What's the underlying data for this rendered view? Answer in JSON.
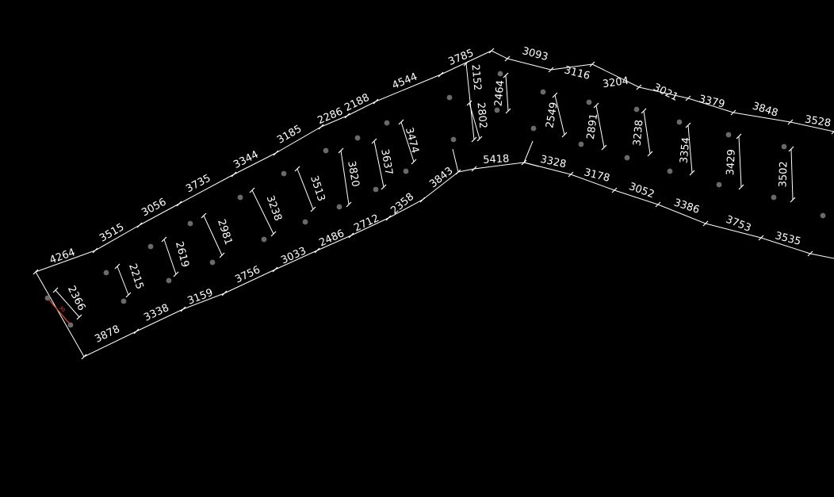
{
  "canvas": {
    "background": "#000000",
    "line_color": "#ffffff",
    "accent_color": "#e05030",
    "point_color": "#6a6a6a"
  },
  "top_dims": [
    "4264",
    "3515",
    "3056",
    "3735",
    "3344",
    "3185",
    "2286",
    "2188",
    "4544",
    "3785",
    "3093",
    "3116",
    "3204",
    "3021",
    "3379",
    "3848",
    "3528"
  ],
  "bottom_dims": [
    "3878",
    "3338",
    "3159",
    "3756",
    "3033",
    "2486",
    "2712",
    "2358",
    "3843",
    "5418",
    "3328",
    "3178",
    "3052",
    "3386",
    "3753",
    "3535"
  ],
  "cross_dims": [
    "2366",
    "2215",
    "2619",
    "2981",
    "3238",
    "3513",
    "3820",
    "3637",
    "3474",
    "2152",
    "2802",
    "2464",
    "2549",
    "2891",
    "3238",
    "3354",
    "3429",
    "3502"
  ],
  "marker_label": "30"
}
